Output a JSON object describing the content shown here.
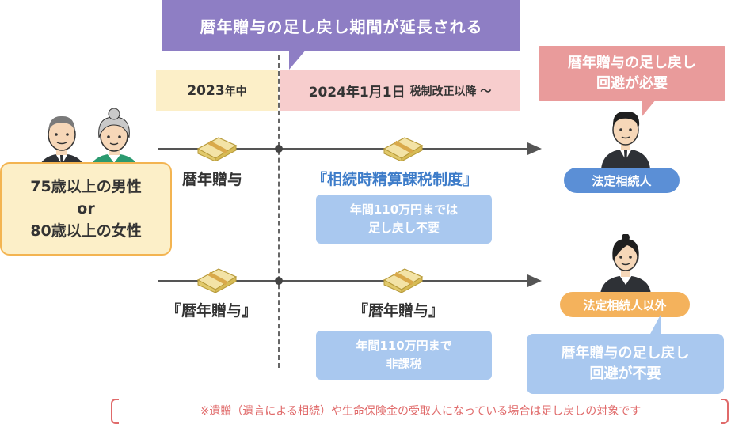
{
  "banner": {
    "title": "暦年贈与の足し戻し期間が延長される"
  },
  "periods": {
    "before": {
      "year": "2023",
      "suffix": "年中"
    },
    "after": {
      "text": "2024年1月1日",
      "suffix": "税制改正以降 ～"
    }
  },
  "donor": {
    "lines": [
      "75歳以上の男性",
      "or",
      "80歳以上の女性"
    ]
  },
  "row_heir": {
    "before_label": "暦年贈与",
    "after_label": "『相続時精算課税制度』",
    "note_lines": [
      "年間110万円までは",
      "足し戻し不要"
    ],
    "recipient_label": "法定相続人",
    "callout_lines": [
      "暦年贈与の足し戻し",
      "回避が必要"
    ]
  },
  "row_nonheir": {
    "before_label": "『暦年贈与』",
    "after_label": "『暦年贈与』",
    "note_lines": [
      "年間110万円まで",
      "非課税"
    ],
    "recipient_label": "法定相続人以外",
    "callout_lines": [
      "暦年贈与の足し戻し",
      "回避が不要"
    ]
  },
  "footnote": "※遺贈（遺言による相続）や生命保険金の受取人になっている場合は足し戻しの対象です",
  "colors": {
    "banner": "#8e7ec4",
    "period_before": "#fcefc8",
    "period_after": "#f7cdcd",
    "heir_pill": "#5b8fd6",
    "nonheir_pill": "#f4b25c",
    "callout_required": "#e99b9b",
    "callout_not_required": "#a9c8ef",
    "footnote": "#e06a6a"
  },
  "icons": [
    "elderly-man-icon",
    "elderly-woman-icon",
    "money-bundle-icon",
    "businessman-icon",
    "businesswoman-icon"
  ]
}
